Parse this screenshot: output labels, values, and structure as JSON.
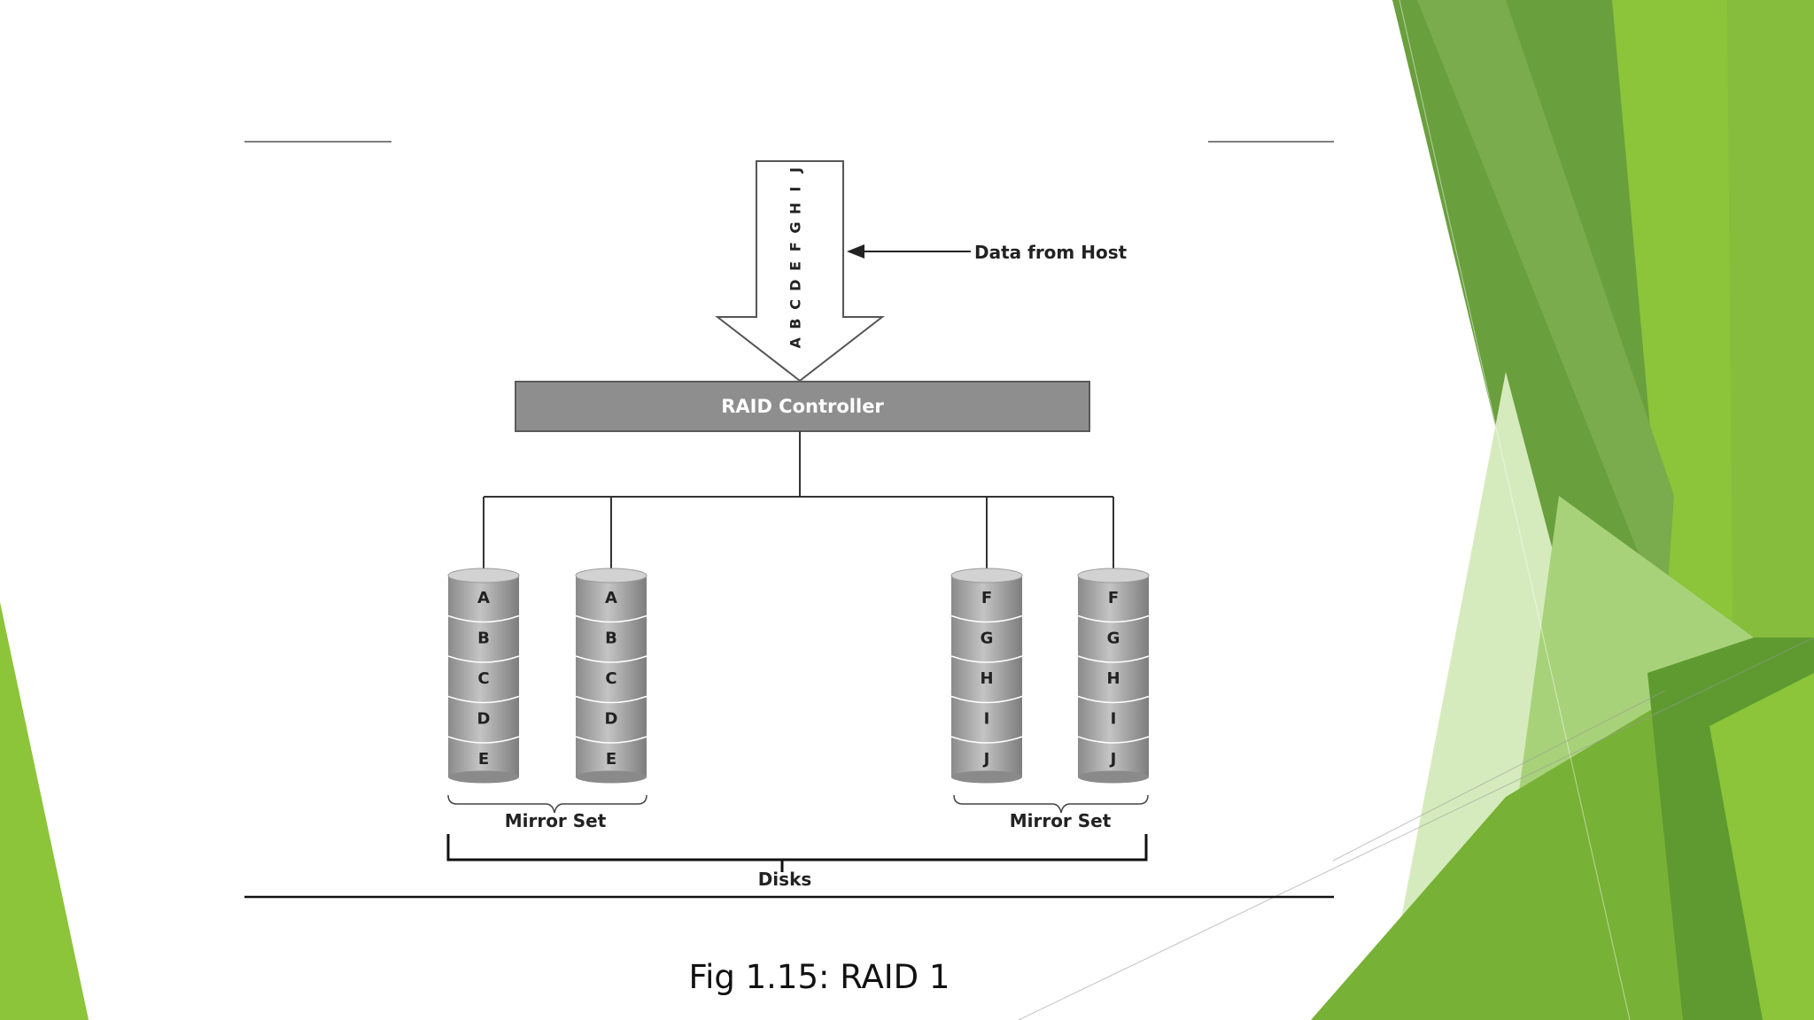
{
  "diagram": {
    "host_data_letters": [
      "J",
      "I",
      "H",
      "G",
      "F",
      "E",
      "D",
      "C",
      "B",
      "A"
    ],
    "host_label": "Data from Host",
    "controller_label": "RAID Controller",
    "disks": [
      {
        "blocks": [
          "A",
          "B",
          "C",
          "D",
          "E"
        ]
      },
      {
        "blocks": [
          "A",
          "B",
          "C",
          "D",
          "E"
        ]
      },
      {
        "blocks": [
          "F",
          "G",
          "H",
          "I",
          "J"
        ]
      },
      {
        "blocks": [
          "F",
          "G",
          "H",
          "I",
          "J"
        ]
      }
    ],
    "mirror_set_labels": [
      "Mirror Set",
      "Mirror Set"
    ],
    "disks_label": "Disks"
  },
  "caption": "Fig 1.15: RAID 1",
  "colors": {
    "green_dark": "#5f9a3b",
    "green_mid": "#77b136",
    "green_light": "#8cc43a",
    "green_pale": "#c9e3a6",
    "controller": "#8e8e8e",
    "disk": "#a3a3a3"
  }
}
